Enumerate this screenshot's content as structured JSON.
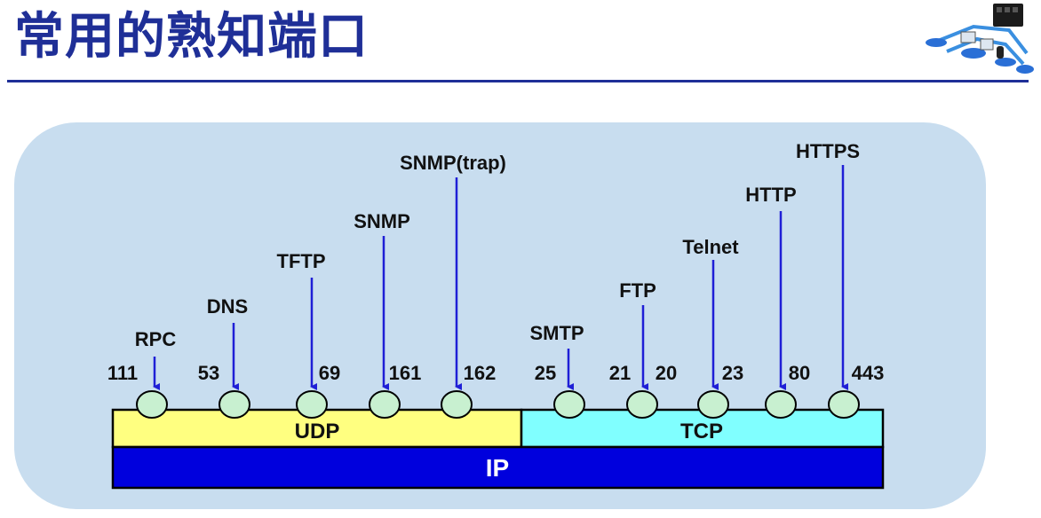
{
  "page": {
    "title": "常用的熟知端口"
  },
  "icons": {
    "logo": "network-diagram-icon"
  },
  "colors": {
    "title": "#1f2f97",
    "panel": "#c8ddef",
    "udp": "#ffff80",
    "tcp": "#80ffff",
    "ip": "#0000dd",
    "arrow": "#1f1fd6",
    "port_circle": "#c8f0d0"
  },
  "diagram": {
    "udp_label": "UDP",
    "tcp_label": "TCP",
    "ip_label": "IP",
    "udp_services": [
      {
        "service": "RPC",
        "port": "111"
      },
      {
        "service": "DNS",
        "port": "53"
      },
      {
        "service": "TFTP",
        "port": "69"
      },
      {
        "service": "SNMP",
        "port": "161"
      },
      {
        "service": "SNMP(trap)",
        "port": "162"
      }
    ],
    "tcp_services": [
      {
        "service": "SMTP",
        "port": "25"
      },
      {
        "service": "FTP",
        "port": "21",
        "port2": "20"
      },
      {
        "service": "Telnet",
        "port": "23"
      },
      {
        "service": "HTTP",
        "port": "80"
      },
      {
        "service": "HTTPS",
        "port": "443"
      }
    ]
  }
}
